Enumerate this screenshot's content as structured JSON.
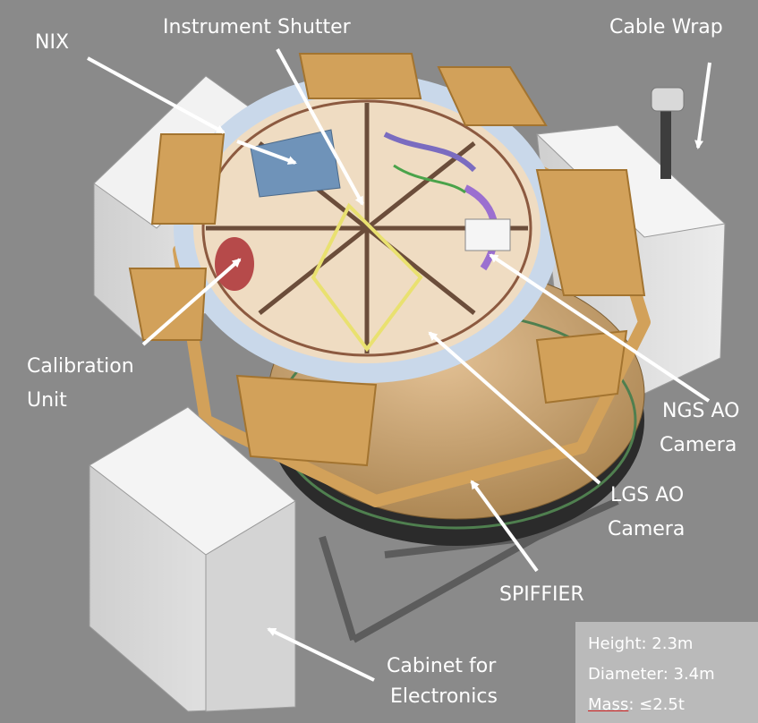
{
  "labels": {
    "nix": "NIX",
    "instrument_shutter": "Instrument Shutter",
    "cable_wrap": "Cable Wrap",
    "calibration_line1": "Calibration",
    "calibration_line2": "Unit",
    "ngs_line1": "NGS AO",
    "ngs_line2": "Camera",
    "lgs_line1": "LGS AO",
    "lgs_line2": "Camera",
    "spiffier": "SPIFFIER",
    "cabinet_line1": "Cabinet for",
    "cabinet_line2": "Electronics"
  },
  "specs": {
    "height": "Height: 2.3m",
    "diameter": "Diameter: 3.4m",
    "mass_key": "Mass",
    "mass_value": ": ≤2.5t"
  },
  "colors": {
    "background": "#8a8a8a",
    "frame_gold": "#d2a15a",
    "ring_blue": "#c9d8ea",
    "cabinet_grey": "#e6e6e6",
    "dome_tan": "#c9a474",
    "arrow": "#ffffff"
  }
}
